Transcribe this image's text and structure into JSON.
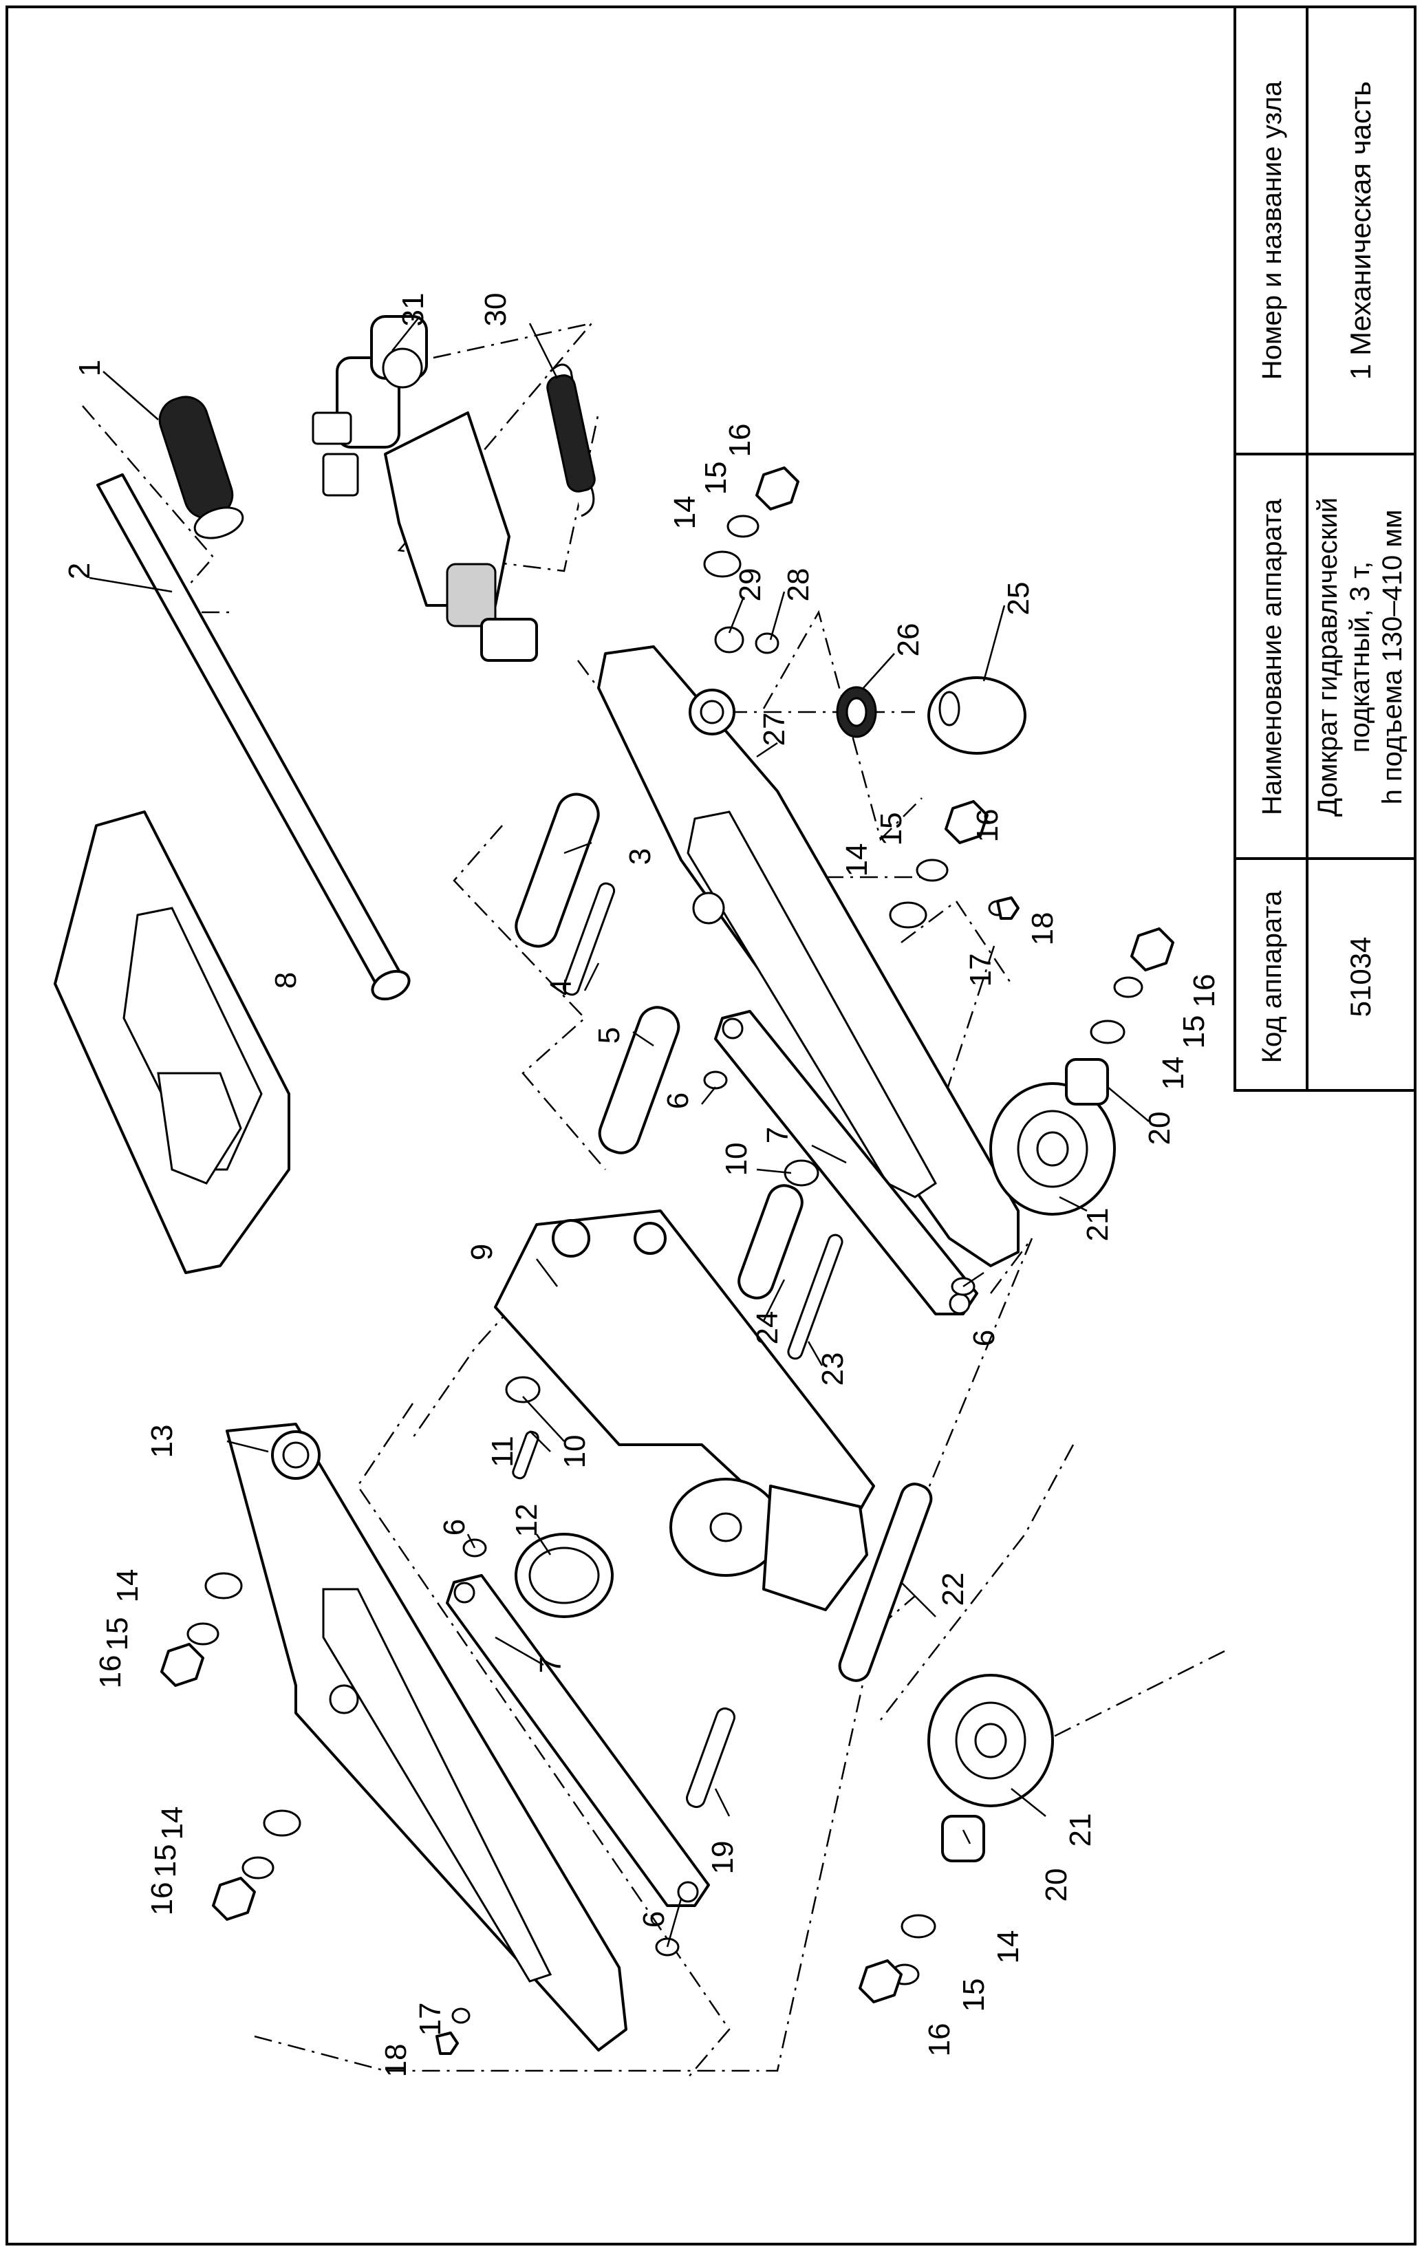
{
  "title_block": {
    "col_headers": {
      "code": "Код аппарата",
      "name": "Наименование аппарата",
      "unit": "Номер и название узла"
    },
    "code_value": "51034",
    "name_lines": [
      "Домкрат гидравлический",
      "подкатный, 3 т,",
      "h подъема 130–410 мм"
    ],
    "unit_value": "1 Механическая часть"
  },
  "callouts": {
    "p1": "1",
    "p2": "2",
    "p3": "3",
    "p4": "4",
    "p5": "5",
    "p6a": "6",
    "p6b": "6",
    "p6c": "6",
    "p6d": "6",
    "p7a": "7",
    "p7b": "7",
    "p8": "8",
    "p9": "9",
    "p10a": "10",
    "p10b": "10",
    "p11": "11",
    "p12": "12",
    "p13": "13",
    "p14a": "14",
    "p14b": "14",
    "p14c": "14",
    "p14d": "14",
    "p14e": "14",
    "p14f": "14",
    "p15a": "15",
    "p15b": "15",
    "p15c": "15",
    "p15d": "15",
    "p15e": "15",
    "p15f": "15",
    "p16a": "16",
    "p16b": "16",
    "p16c": "16",
    "p16d": "16",
    "p16e": "16",
    "p16f": "16",
    "p17a": "17",
    "p17b": "17",
    "p18a": "18",
    "p18b": "18",
    "p19": "19",
    "p20a": "20",
    "p20b": "20",
    "p21a": "21",
    "p21b": "21",
    "p22": "22",
    "p23": "23",
    "p24": "24",
    "p25": "25",
    "p26": "26",
    "p27": "27",
    "p28": "28",
    "p29": "29",
    "p30": "30",
    "p31": "31"
  }
}
